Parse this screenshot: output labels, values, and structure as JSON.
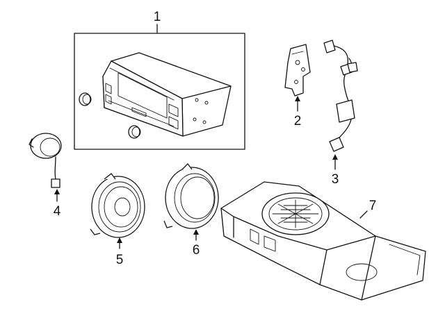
{
  "callouts": [
    {
      "id": "radio-receiver",
      "label": "1"
    },
    {
      "id": "mounting-bracket",
      "label": "2"
    },
    {
      "id": "wiring-harness",
      "label": "3"
    },
    {
      "id": "tweeter-speaker",
      "label": "4"
    },
    {
      "id": "front-speaker",
      "label": "5"
    },
    {
      "id": "speaker-adapter-ring",
      "label": "6"
    },
    {
      "id": "subwoofer-enclosure",
      "label": "7"
    }
  ]
}
